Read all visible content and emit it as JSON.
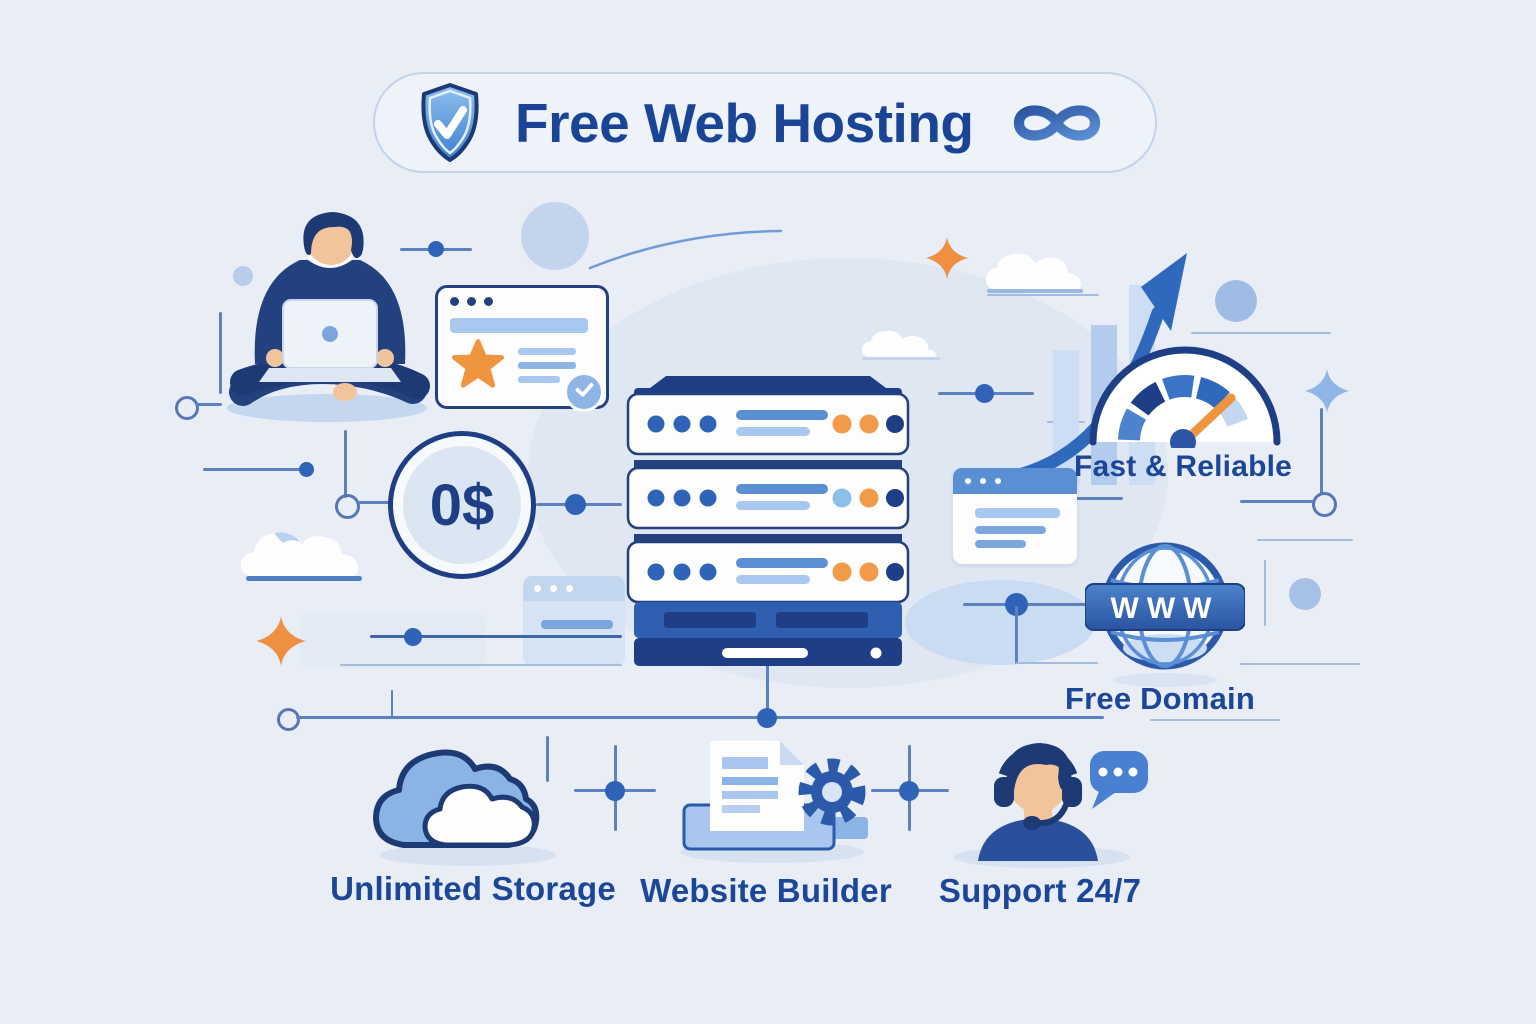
{
  "banner": {
    "title": "Free Web Hosting"
  },
  "price_badge": {
    "value": "0$"
  },
  "globe": {
    "banner_text": "WWW"
  },
  "features": [
    {
      "label": "Fast & Reliable"
    },
    {
      "label": "Free Domain"
    },
    {
      "label": "Unlimited Storage"
    },
    {
      "label": "Website Builder"
    },
    {
      "label": "Support 24/7"
    }
  ],
  "icons": {
    "banner_left": "shield-check-icon",
    "banner_right": "infinity-icon",
    "left_illustration": "person-with-laptop",
    "review_card": "browser-star-card",
    "center": "server-stack-icon",
    "growth": "growth-arrow-chart-icon",
    "fast_reliable": "speedometer-icon",
    "free_domain": "globe-www-icon",
    "unlimited_storage": "cloud-icon",
    "website_builder": "document-gear-icon",
    "support": "support-agent-headset-icon",
    "chat": "speech-bubble-icon"
  },
  "colors": {
    "navy": "#1d3a75",
    "title_blue": "#1a4496",
    "primary_blue": "#3b74c6",
    "light_blue": "#a9c8ef",
    "pale_blue": "#dfe7f2",
    "orange": "#ef8f42",
    "skin": "#f2c49c",
    "background": "#e9edf6",
    "white": "#ffffff"
  }
}
